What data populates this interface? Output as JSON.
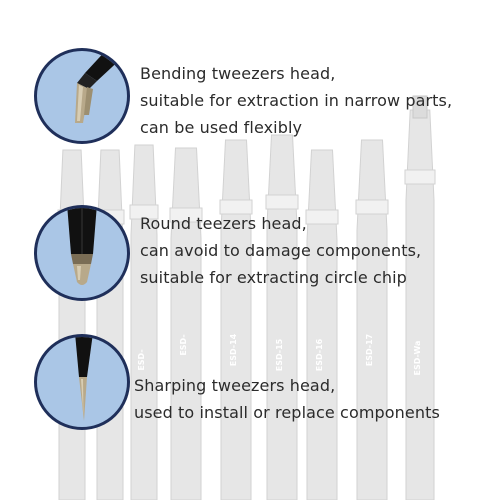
{
  "tweezer_labels": [
    "ESD-",
    "ESD-",
    "ESD-",
    "ESD-14",
    "ESD-15",
    "ESD-16",
    "ESD-17",
    "ESD-Wa"
  ],
  "colors": {
    "circle_fill": "#aac6e6",
    "circle_border": "#1f2f5a",
    "tweezer_fill": "#e6e6e6",
    "tweezer_edge": "#d2d2d2",
    "tip_dark": "#111111",
    "tip_metal": "#b8a98a",
    "label_color": "#ffffff",
    "text_color": "#2b2b2b"
  },
  "features": [
    {
      "icon": "bent-tip-tweezers-icon",
      "lines": [
        "Bending tweezers head,",
        "suitable for extraction in narrow parts,",
        "can be used flexibly"
      ]
    },
    {
      "icon": "round-tip-tweezers-icon",
      "lines": [
        "Round teezers head,",
        "can avoid to damage components,",
        "suitable for extracting circle chip"
      ]
    },
    {
      "icon": "sharp-tip-tweezers-icon",
      "lines": [
        "Sharping tweezers head,",
        "used to install or replace components"
      ]
    }
  ]
}
